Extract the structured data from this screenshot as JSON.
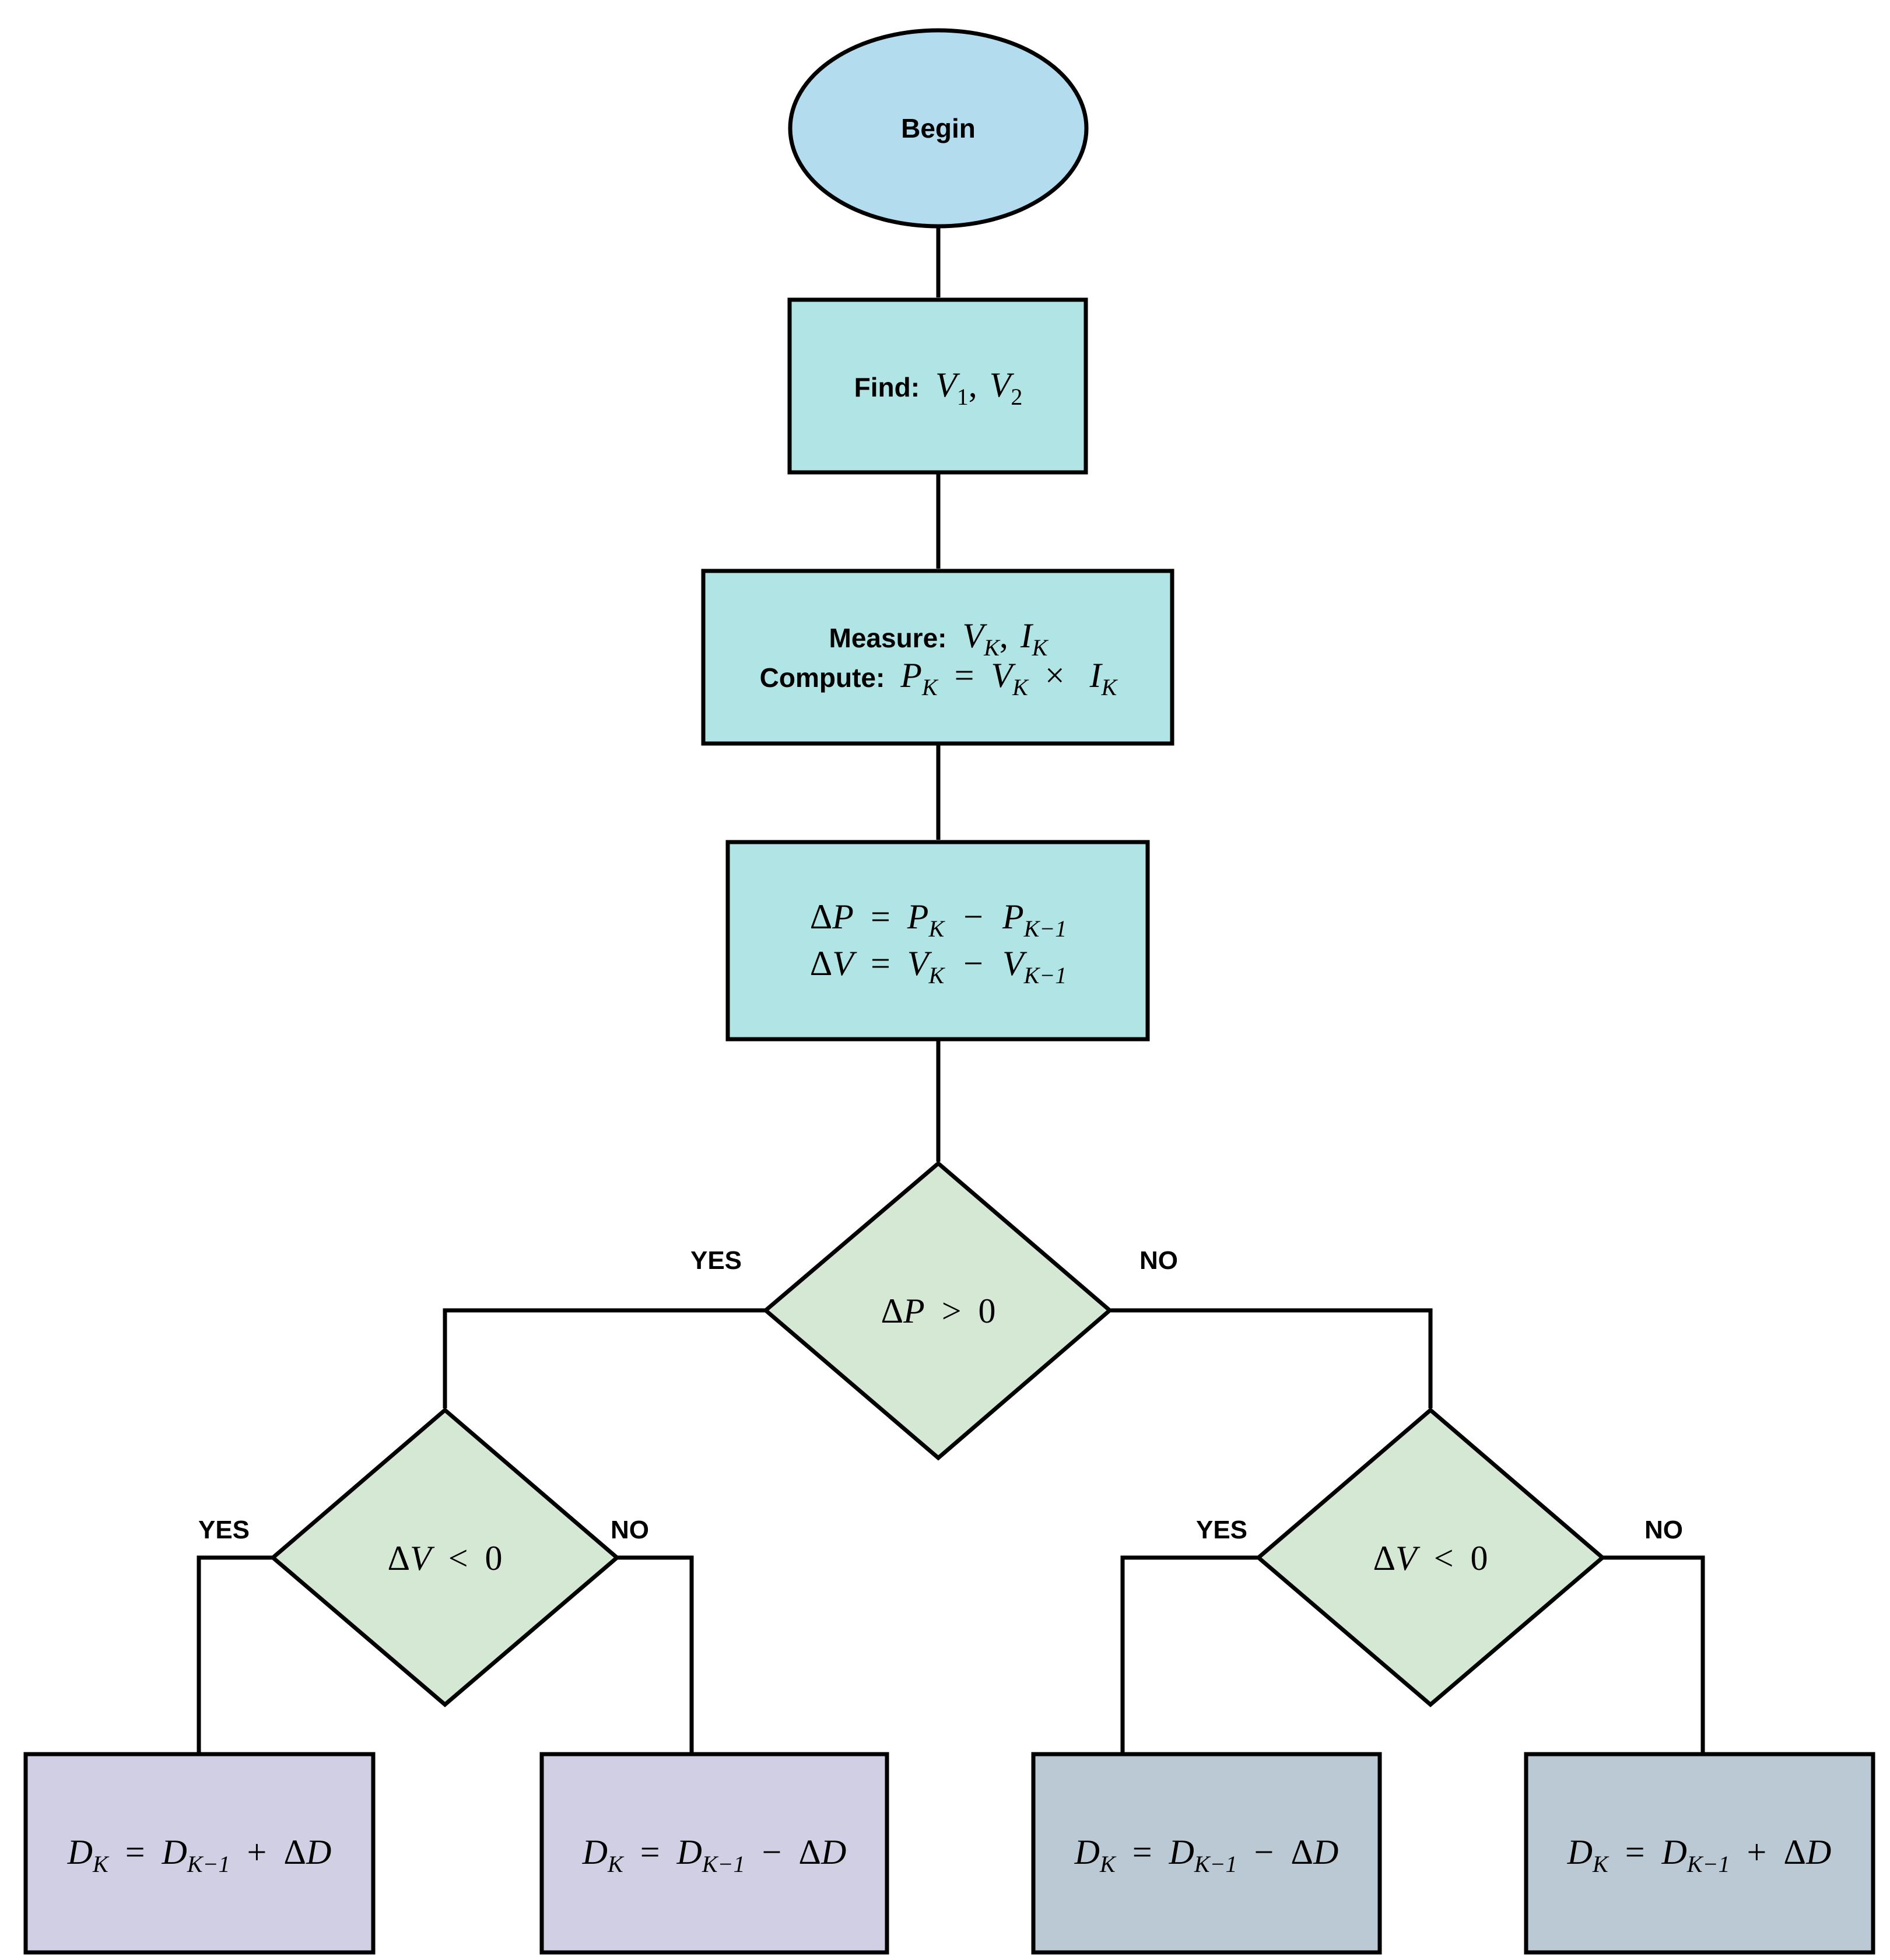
{
  "colors": {
    "terminal": "#b3dcef",
    "process": "#b1e4e5",
    "decision": "#d5e8d4",
    "result_left": "#d0cfe3",
    "result_right": "#bac9d4",
    "stroke": "#000000"
  },
  "nodes": {
    "begin": {
      "label": "Begin"
    },
    "find": {
      "prefix": "Find:",
      "v": "V",
      "sub1": "1",
      "comma": ",",
      "sub2": "2"
    },
    "measure": {
      "measure_prefix": "Measure:",
      "v": "V",
      "sub_k": "K",
      "comma": ",",
      "i": "I",
      "compute_prefix": "Compute:",
      "p": "P",
      "eq": "=",
      "times": "×"
    },
    "delta": {
      "delta": "Δ",
      "p": "P",
      "v": "V",
      "eq": "=",
      "minus": "−",
      "sub_k": "K",
      "sub_km1": "K−1"
    },
    "decision_p": {
      "delta": "Δ",
      "var": "P",
      "op": ">",
      "zero": "0"
    },
    "decision_v_left": {
      "delta": "Δ",
      "var": "V",
      "op": "<",
      "zero": "0"
    },
    "decision_v_right": {
      "delta": "Δ",
      "var": "V",
      "op": "<",
      "zero": "0"
    },
    "results": [
      {
        "d": "D",
        "sub_k": "K",
        "eq": "=",
        "sub_km1": "K−1",
        "op": "+",
        "delta": "Δ"
      },
      {
        "d": "D",
        "sub_k": "K",
        "eq": "=",
        "sub_km1": "K−1",
        "op": "−",
        "delta": "Δ"
      },
      {
        "d": "D",
        "sub_k": "K",
        "eq": "=",
        "sub_km1": "K−1",
        "op": "−",
        "delta": "Δ"
      },
      {
        "d": "D",
        "sub_k": "K",
        "eq": "=",
        "sub_km1": "K−1",
        "op": "+",
        "delta": "Δ"
      }
    ]
  },
  "edge_labels": {
    "p_yes": "YES",
    "p_no": "NO",
    "vl_yes": "YES",
    "vl_no": "NO",
    "vr_yes": "YES",
    "vr_no": "NO"
  }
}
